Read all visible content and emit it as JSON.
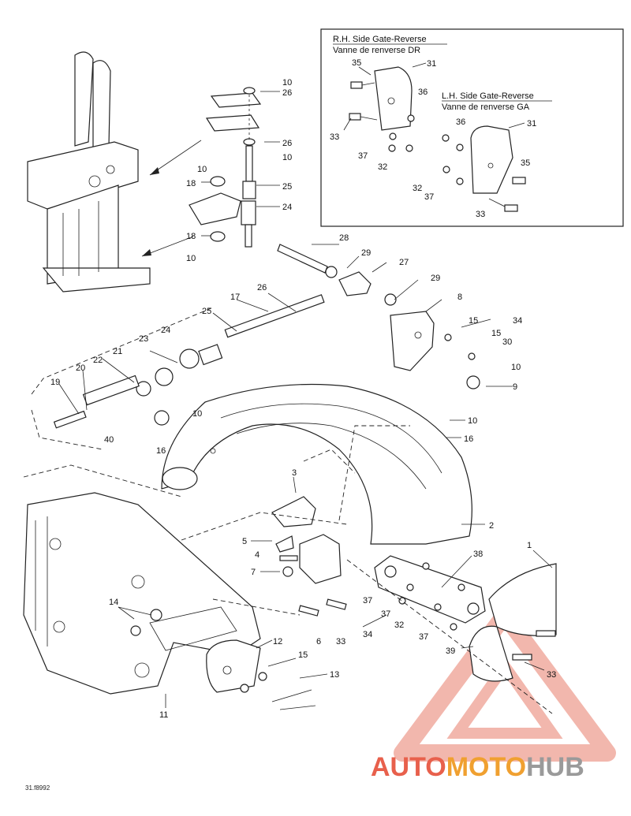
{
  "inset": {
    "rh_title": "R.H. Side Gate-Reverse",
    "rh_subtitle": "Vanne de renverse DR",
    "lh_title": "L.H. Side Gate-Reverse",
    "lh_subtitle": "Vanne de renverse GA"
  },
  "drawing_code": "31.f8992",
  "watermark": {
    "part1": "AUTO",
    "part2": "MOTO",
    "part3": "HUB",
    "color_red": "#e8604c",
    "color_orange": "#f0a030",
    "color_gray": "#9a9a9a"
  },
  "callouts": {
    "c_10a": "10",
    "c_26a": "26",
    "c_26b": "26",
    "c_10b": "10",
    "c_10c": "10",
    "c_18a": "18",
    "c_25a": "25",
    "c_24a": "24",
    "c_18b": "18",
    "c_10d": "10",
    "c_35a": "35",
    "c_31a": "31",
    "c_36a": "36",
    "c_33a": "33",
    "c_37a": "37",
    "c_32a": "32",
    "c_36b": "36",
    "c_31b": "31",
    "c_35b": "35",
    "c_32b": "32",
    "c_37b": "37",
    "c_33b": "33",
    "c_28": "28",
    "c_29a": "29",
    "c_27": "27",
    "c_29b": "29",
    "c_26c": "26",
    "c_17": "17",
    "c_25b": "25",
    "c_8": "8",
    "c_15a": "15",
    "c_34a": "34",
    "c_15b": "15",
    "c_30": "30",
    "c_24b": "24",
    "c_23": "23",
    "c_21": "21",
    "c_22": "22",
    "c_20": "20",
    "c_19": "19",
    "c_10e": "10",
    "c_9": "9",
    "c_40": "40",
    "c_10f": "10",
    "c_16a": "16",
    "c_10g": "10",
    "c_16b": "16",
    "c_3": "3",
    "c_2": "2",
    "c_5": "5",
    "c_4": "4",
    "c_7": "7",
    "c_38": "38",
    "c_1": "1",
    "c_14": "14",
    "c_37c": "37",
    "c_37d": "37",
    "c_32c": "32",
    "c_34b": "34",
    "c_37e": "37",
    "c_6": "6",
    "c_33c": "33",
    "c_12": "12",
    "c_15c": "15",
    "c_39": "39",
    "c_33d": "33",
    "c_13": "13",
    "c_11": "11"
  }
}
